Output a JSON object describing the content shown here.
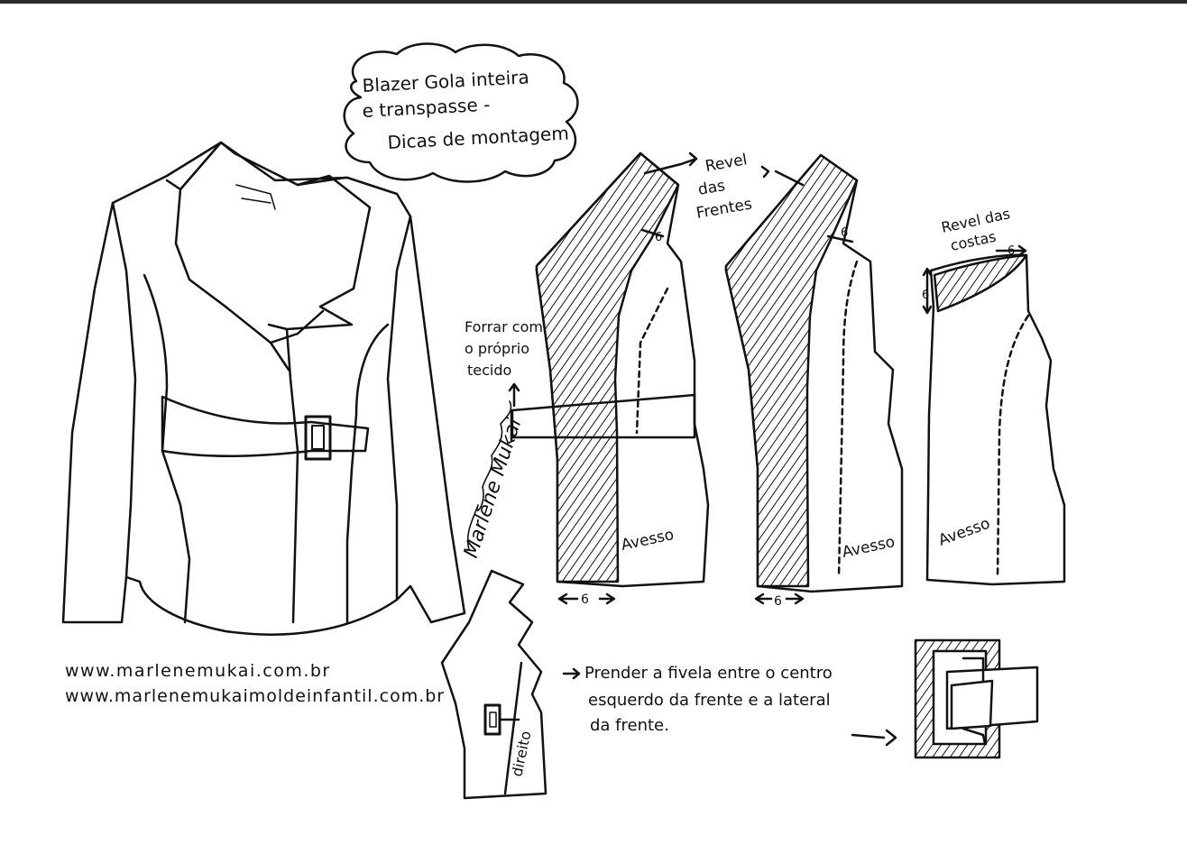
{
  "title": {
    "line1": "Blazer Gola inteira",
    "line2": "e transpasse -",
    "line3": "Dicas de montagem"
  },
  "labels": {
    "revel_frentes_1": "Revel",
    "revel_frentes_2": "das",
    "revel_frentes_3": "Frentes",
    "revel_costas_1": "Revel das",
    "revel_costas_2": "costas",
    "forrar_1": "Forrar com",
    "forrar_2": "o próprio",
    "forrar_3": "tecido",
    "avesso": "Avesso",
    "direito": "direito",
    "six": "6",
    "prender_1": "Prender a fivela entre o centro",
    "prender_2": "esquerdo da frente e a lateral",
    "prender_3": "da frente."
  },
  "urls": {
    "site1": "www.marlenemukai.com.br",
    "site2": "www.marlenemukaimoldeinfantil.com.br"
  },
  "signature": "Marlene Mukai",
  "colors": {
    "ink": "#111111",
    "paper": "#ffffff"
  }
}
